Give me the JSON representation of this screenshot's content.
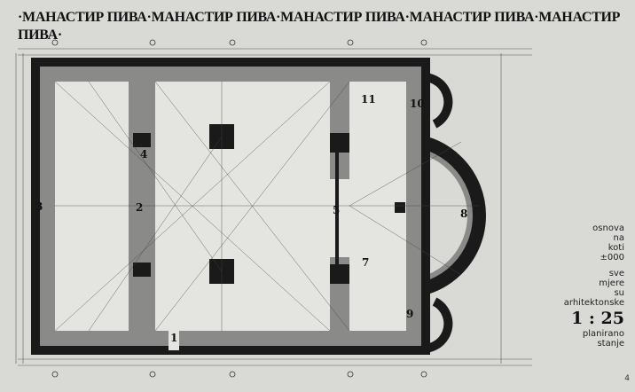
{
  "title": "·МАНАСТИР ПИВА·МАНАСТИР ПИВА·МАНАСТИР ПИВА·МАНАСТИР ПИВА·МАНАСТИР ПИВА·",
  "rooms": [
    "1",
    "2",
    "3",
    "4",
    "5",
    "7",
    "8",
    "9",
    "10",
    "11"
  ],
  "legend": {
    "line1": "osnova",
    "line2": "na",
    "line3": "koti",
    "line4": "±000",
    "line5": "sve",
    "line6": "mjere",
    "line7": "su",
    "line8": "arhitektonske",
    "scale": "1 : 25",
    "line9": "planirano",
    "line10": "stanje"
  },
  "page_number": "4",
  "colors": {
    "paper": "#d9d9d6",
    "wall": "#1a1a1a",
    "fill": "#8a8a88"
  }
}
